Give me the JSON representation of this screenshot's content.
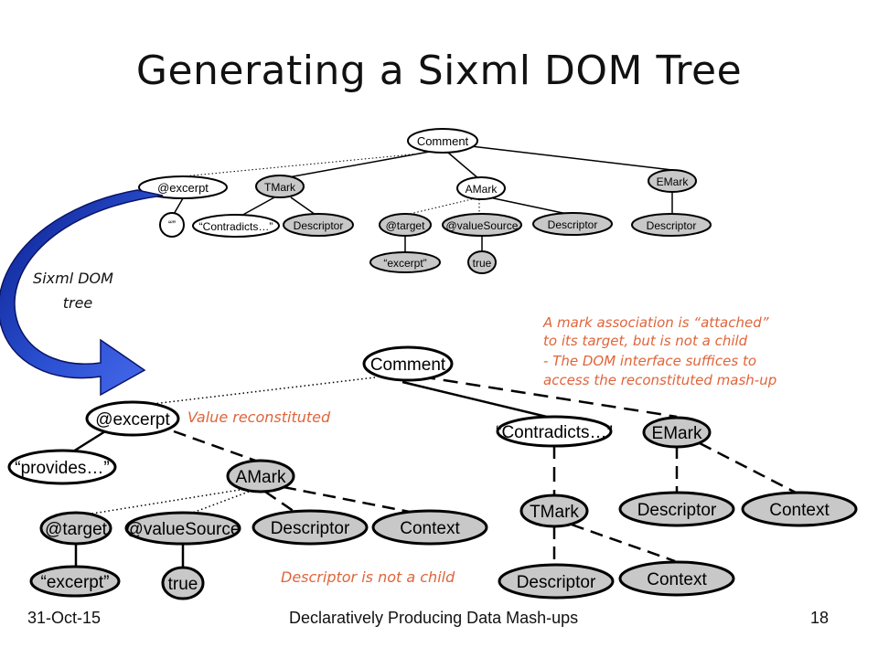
{
  "slide": {
    "title": "Generating a Sixml DOM Tree",
    "footer_date": "31-Oct-15",
    "footer_title": "Declaratively Producing Data Mash-ups",
    "page_number": "18"
  },
  "colors": {
    "node_fill": "#c8c8c8",
    "annotation": "#e0643a",
    "arrow": "#1f3fb8"
  },
  "arrow_label": [
    "Sixml DOM",
    "tree"
  ],
  "top_tree": {
    "comment": "Comment",
    "excerpt": "@excerpt",
    "empty_value": "“”",
    "tmark": "TMark",
    "contradicts": "“Contradicts…”",
    "tmark_descriptor": "Descriptor",
    "amark": "AMark",
    "target": "@target",
    "value_source": "@valueSource",
    "amark_descriptor": "Descriptor",
    "excerpt_value": "“excerpt”",
    "true_value": "true",
    "emark": "EMark",
    "emark_descriptor": "Descriptor"
  },
  "bottom_tree": {
    "comment": "Comment",
    "excerpt": "@excerpt",
    "provides": "“provides…”",
    "amark": "AMark",
    "target": "@target",
    "value_source": "@valueSource",
    "amark_descriptor": "Descriptor",
    "amark_context": "Context",
    "excerpt_value": "“excerpt”",
    "true_value": "true",
    "contradicts": "“Contradicts…”",
    "tmark": "TMark",
    "tmark_descriptor": "Descriptor",
    "tmark_context": "Context",
    "emark": "EMark",
    "emark_descriptor": "Descriptor",
    "emark_context": "Context"
  },
  "annotations": {
    "value_reconstituted": "Value reconstituted",
    "descriptor_not_child": "Descriptor is not a child",
    "mark_association": [
      "A mark association is “attached”",
      "to its target, but is not a child",
      "- The DOM interface suffices to",
      "access the reconstituted mash-up"
    ]
  }
}
